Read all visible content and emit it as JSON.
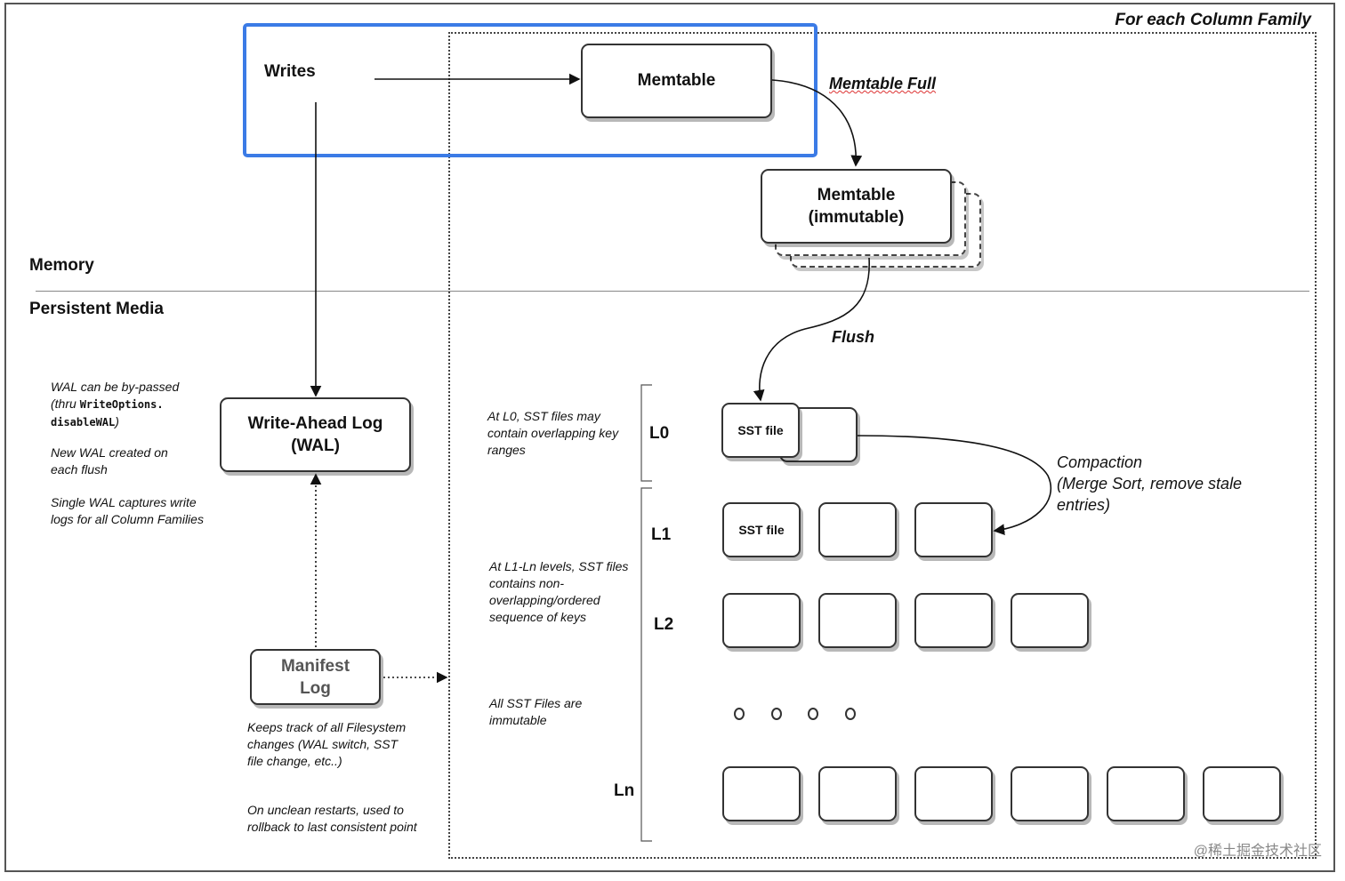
{
  "column_family_label": "For each Column Family",
  "writes_label": "Writes",
  "memtable_label": "Memtable",
  "memtable_full_label": "Memtable Full",
  "immutable_memtable": {
    "line1": "Memtable",
    "line2": "(immutable)"
  },
  "memory_label": "Memory",
  "persistent_label": "Persistent Media",
  "flush_label": "Flush",
  "wal": {
    "line1": "Write-Ahead Log",
    "line2": "(WAL)"
  },
  "wal_notes": {
    "n1_a": "WAL can be by-passed",
    "n1_b": "(thru ",
    "n1_code1": "WriteOptions.",
    "n1_code2": "disableWAL",
    "n1_c": ")",
    "n2": "New WAL created on each flush",
    "n3": "Single WAL captures write logs for all Column Families"
  },
  "manifest": {
    "line1": "Manifest",
    "line2": "Log"
  },
  "manifest_notes": {
    "n1": "Keeps track of all Filesystem changes (WAL switch, SST file change, etc..)",
    "n2": "On unclean restarts, used to rollback to last consistent point"
  },
  "level_notes": {
    "l0": "At L0, SST files may contain overlapping key ranges",
    "l1ln": "At L1-Ln levels, SST files contains non-overlapping/ordered sequence of keys",
    "immutable": "All SST Files are immutable"
  },
  "levels": {
    "l0": "L0",
    "l1": "L1",
    "l2": "L2",
    "ln": "Ln"
  },
  "sst_file_label": "SST file",
  "compaction": {
    "line1": "Compaction",
    "line2": "(Merge Sort, remove stale",
    "line3": "entries)"
  },
  "watermark": "@稀土掘金技术社区"
}
